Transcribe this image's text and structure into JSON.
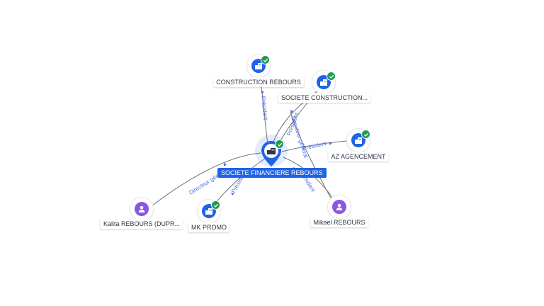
{
  "diagram": {
    "center": {
      "label": "SOCIETE FINANCIERE REBOURS",
      "icon": "company-building-icon",
      "verified": true
    },
    "nodes": [
      {
        "id": "construction",
        "label": "CONSTRUCTION REBOURS",
        "kind": "company",
        "icon": "company-building-icon",
        "verified": true
      },
      {
        "id": "societe_construction",
        "label": "SOCIETE CONSTRUCTION...",
        "kind": "company",
        "icon": "company-building-icon",
        "verified": true
      },
      {
        "id": "az",
        "label": "AZ AGENCEMENT",
        "kind": "company",
        "icon": "company-building-icon",
        "verified": true
      },
      {
        "id": "mikael",
        "label": "Mikael REBOURS",
        "kind": "person",
        "icon": "person-icon",
        "verified": false
      },
      {
        "id": "mkpromo",
        "label": "MK PROMO",
        "kind": "company",
        "icon": "company-building-icon",
        "verified": true
      },
      {
        "id": "kalita",
        "label": "Kalita REBOURS (DUPR...",
        "kind": "person",
        "icon": "person-icon",
        "verified": false
      }
    ],
    "edges": [
      {
        "from": "center",
        "to": "construction",
        "label": "Président"
      },
      {
        "from": "center",
        "to": "societe_construction",
        "label": "Président"
      },
      {
        "from": "center",
        "to": "societe_construction",
        "label": "Directeur général"
      },
      {
        "from": "center",
        "to": "az",
        "label": "Président"
      },
      {
        "from": "mikael",
        "to": "center",
        "label": "Président"
      },
      {
        "from": "center",
        "to": "mkpromo",
        "label": "Président"
      },
      {
        "from": "kalita",
        "to": "center",
        "label": "Directeur général"
      }
    ]
  },
  "colors": {
    "company": "#1f63e6",
    "person": "#8a56e2",
    "verified": "#1e9a55",
    "edge_label": "#4a6fe3"
  }
}
